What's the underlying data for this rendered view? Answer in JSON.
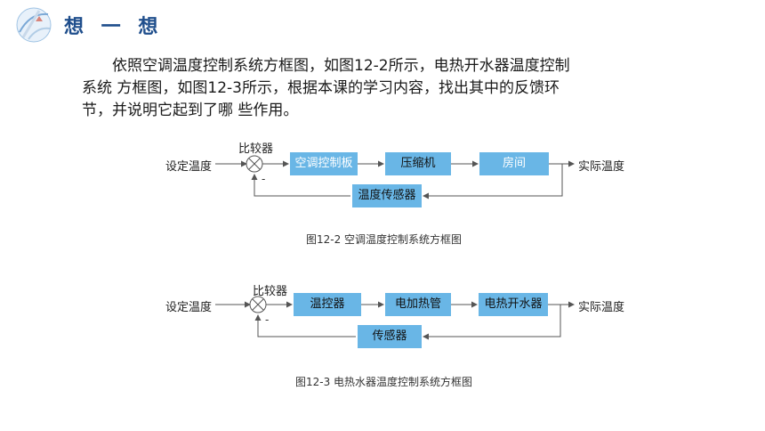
{
  "header": {
    "title": "想 一 想"
  },
  "paragraph": {
    "line1": "依照空调温度控制系统方框图，如图12-2所示，电热开水器温度控制",
    "line2": "系统 方框图，如图12-3所示，根据本课的学习内容，找出其中的反馈环",
    "line3": "节，并说明它起到了哪 些作用。"
  },
  "diagram1": {
    "input_label": "设定温度",
    "comparator_label": "比较器",
    "minus_sign": "-",
    "blocks": [
      "空调控制板",
      "压缩机",
      "房间"
    ],
    "output_label": "实际温度",
    "feedback_block": "温度传感器",
    "caption": "图12-2  空调温度控制系统方框图"
  },
  "diagram2": {
    "input_label": "设定温度",
    "comparator_label": "比较器",
    "minus_sign": "-",
    "blocks": [
      "温控器",
      "电加热管",
      "电热开水器"
    ],
    "output_label": "实际温度",
    "feedback_block": "传感器",
    "caption": "图12-3  电热水器温度控制系统方框图"
  },
  "colors": {
    "title": "#1f4e8c",
    "block_fill": "#69b6e6",
    "line": "#555555"
  }
}
